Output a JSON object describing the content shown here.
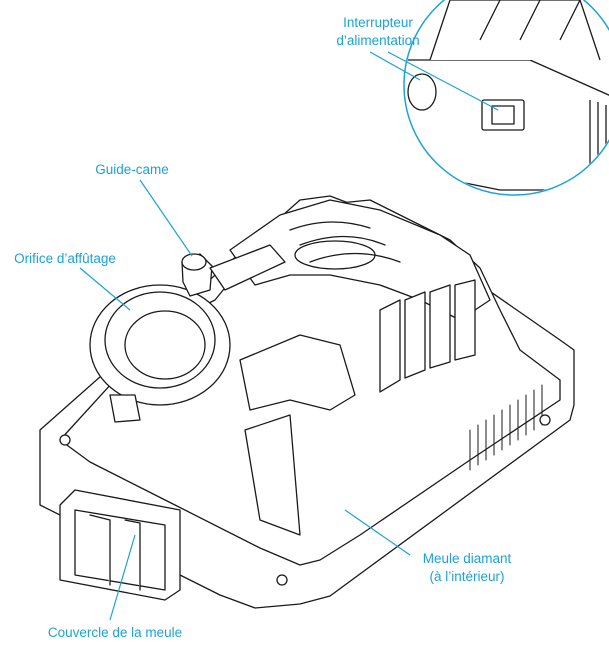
{
  "labels": {
    "power_switch": [
      "Interrupteur",
      "d’alimentation"
    ],
    "cam_guide": "Guide-came",
    "sharpening_port": "Orifice d’affûtage",
    "diamond_wheel": [
      "Meule diamant",
      "(à l’intérieur)"
    ],
    "wheel_cover": "Couvercle de la meule"
  },
  "colors": {
    "callout": "#1aa3d8",
    "outline": "#1a1a1a",
    "fill": "#ffffff"
  }
}
